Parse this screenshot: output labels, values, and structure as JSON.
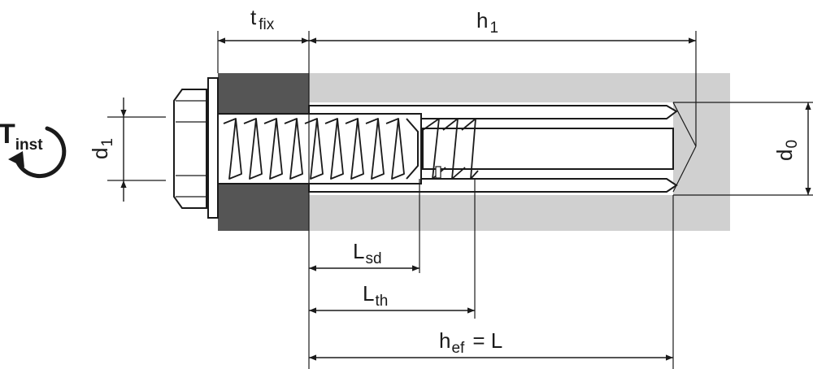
{
  "labels": {
    "t_fix": {
      "main": "t",
      "sub": "fix"
    },
    "h1": {
      "main": "h",
      "sub": "1"
    },
    "d1": {
      "main": "d",
      "sub": "1"
    },
    "d0": {
      "main": "d",
      "sub": "0"
    },
    "l_sd": {
      "main": "L",
      "sub": "sd"
    },
    "l_th": {
      "main": "L",
      "sub": "th"
    },
    "h_ef": {
      "main": "h",
      "sub": "ef",
      "suffix": "=  L"
    }
  },
  "torque_symbol": {
    "main": "T",
    "sub": "inst",
    "icon": "torque-rotation-icon"
  },
  "colors": {
    "fixture": "#555555",
    "base_material": "#d0d0d0",
    "line": "#1a1a1a",
    "metal": "#ffffff"
  }
}
